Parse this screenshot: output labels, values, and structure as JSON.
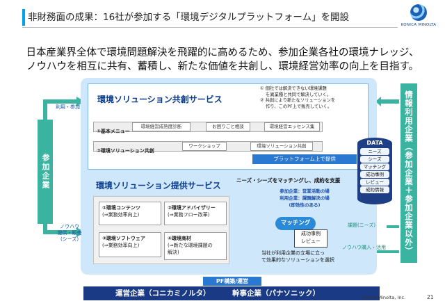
{
  "header": {
    "title": "非財務面の成果：16社が参加する「環境デジタルプラットフォーム」を開設",
    "logo_text": "KONICA MINOLTA"
  },
  "lead": {
    "line1": "日本産業界全体で環境問題解決を飛躍的に高めるため、参加企業各社の環境ナレッジ、",
    "line2": "ノウハウを相互に共有、蓄積し、新たな価値を共創し、環境経営効率の向上を目指す。"
  },
  "cocreation": {
    "title": "環境ソリューション共創サービス",
    "note1a": "① 個社では解決できない環境課題",
    "note1b": "を異業種と共同で解決していく。",
    "note2a": "② 共創により新たなソリューションを",
    "note2b": "作り、このPF上で販売していく。",
    "menu_label": "①基本メニュー",
    "menu_items": [
      "環境経営成熟度診断",
      "お困りごと相談",
      "環境経営エッセンス集"
    ],
    "cocreate_label": "②環境ソリューション共創",
    "workshop": "ワークショップ",
    "solution_cocreate": "環境ソリューション共創",
    "pf_offer": "プラットフォーム上で提供"
  },
  "provision": {
    "title": "環境ソリューション提供サービス",
    "needs_match": "ニーズ・シーズをマッチングし、成約を支援",
    "services": [
      {
        "name": "①環境コンテンツ",
        "detail": "(⇒業務効率向上)"
      },
      {
        "name": "②環境アドバイザリー",
        "detail": "(⇒業務フロー改革)"
      },
      {
        "name": "③環境ソフトウェア",
        "detail": "(⇒業務効率向上)"
      },
      {
        "name": "④環境商材",
        "detail1": "(⇒新たな環境課題の",
        "detail2": "解決)"
      }
    ],
    "market1": "参加企業：営業活動の場",
    "market2": "利用企業：課題解決の場",
    "market3": "(即効性のある)",
    "matching": "マッチング",
    "cases1": "成功事例",
    "cases2": "レビュー",
    "position1": "当社が利用企業の立場に立っ",
    "position2": "て効果的なソリューションを選択"
  },
  "data_store": {
    "label": "DATA",
    "items": [
      "ニーズ",
      "シーズ",
      "マッチング",
      "成功事例",
      "レビュー",
      "成約情報"
    ]
  },
  "sides": {
    "left": "参加企業",
    "right": "情報利用企業（参加企業＋参加企業以外）",
    "use_join": "利用・参加",
    "knowhow1": "ノウハウ",
    "knowhow2": "提供・販売",
    "knowhow3": "(シーズ)",
    "issue_needs": "課題(ニーズ)",
    "knowhow_buy": "ノウハウ購入・活用"
  },
  "bottom": {
    "pf_operation": "PF構築/運営",
    "operator": "運営企業（コニカミノルタ）",
    "secretary": "幹事企業（パナソニック）"
  },
  "footer": {
    "company": "Konica Minolta, Inc.",
    "page": "21"
  },
  "colors": {
    "accent_teal": "#3bb3a1",
    "navy": "#1a3a86",
    "blue": "#2b78d0",
    "light_blue": "#cfe7fb"
  }
}
